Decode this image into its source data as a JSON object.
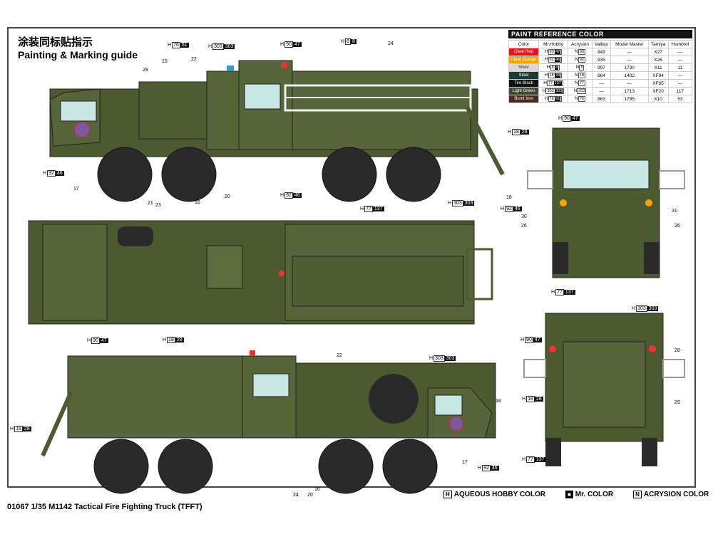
{
  "title_cn": "涂装同标贴指示",
  "title_en": "Painting & Marking guide",
  "footer": "01067  1/35  M1142 Tactical Fire Fighting Truck (TFFT)",
  "paint_table": {
    "heading": "PAINT  REFERENCE COLOR",
    "columns": [
      "Color",
      "Mr.Hobby",
      "Acrysion",
      "Vallejo",
      "Model Master",
      "Tamiya",
      "Humbrol"
    ],
    "rows": [
      {
        "name": "Clear Red",
        "swatch": "#e8141b",
        "h": "90",
        "hm": "47",
        "n": "90",
        "vallejo": "943",
        "mm": "—",
        "tamiya": "X27",
        "humbrol": "—"
      },
      {
        "name": "Clear Orange",
        "swatch": "#f5a400",
        "h": "92",
        "hm": "46",
        "n": "92",
        "vallejo": "935",
        "mm": "—",
        "tamiya": "X26",
        "humbrol": "—"
      },
      {
        "name": "Silver",
        "swatch": "#d8d8d8",
        "h": "8",
        "hm": "8",
        "n": "8",
        "vallejo": "997",
        "mm": "1730",
        "tamiya": "X11",
        "humbrol": "11"
      },
      {
        "name": "Steel",
        "swatch": "#1f3a36",
        "h": "18",
        "hm": "28",
        "n": "18",
        "vallejo": "864",
        "mm": "1402",
        "tamiya": "XF84",
        "humbrol": "—"
      },
      {
        "name": "Tire Black",
        "swatch": "#111111",
        "h": "77",
        "hm": "137",
        "n": "77",
        "vallejo": "—",
        "mm": "—",
        "tamiya": "XF85",
        "humbrol": "—"
      },
      {
        "name": "Light Green",
        "swatch": "#3d4a35",
        "h": "303",
        "hm": "303",
        "n": "303",
        "vallejo": "—",
        "mm": "1713",
        "tamiya": "XF20",
        "humbrol": "117"
      },
      {
        "name": "Burnt Iron",
        "swatch": "#4a2a1c",
        "h": "76",
        "hm": "61",
        "n": "76",
        "vallejo": "863",
        "mm": "1795",
        "tamiya": "X10",
        "humbrol": "53"
      }
    ]
  },
  "legend": {
    "aqueous": "AQUEOUS HOBBY COLOR",
    "mr": "Mr. COLOR",
    "acrysion": "ACRYSION COLOR"
  },
  "callouts": [
    {
      "h": "76",
      "m": "61"
    },
    {
      "h": "303",
      "m": "303"
    },
    {
      "h": "90",
      "m": "47"
    },
    {
      "h": "8",
      "m": "8"
    },
    {
      "t": "24"
    },
    {
      "t": "29"
    },
    {
      "t": "15"
    },
    {
      "t": "22"
    },
    {
      "h": "18",
      "m": "28"
    },
    {
      "h": "92",
      "m": "46"
    },
    {
      "t": "17"
    },
    {
      "t": "21"
    },
    {
      "t": "23"
    },
    {
      "t": "20"
    },
    {
      "t": "16"
    },
    {
      "h": "92",
      "m": "46"
    },
    {
      "h": "77",
      "m": "137"
    },
    {
      "h": "303",
      "m": "303"
    },
    {
      "h": "18",
      "m": "28"
    },
    {
      "h": "90",
      "m": "47"
    },
    {
      "t": "22"
    },
    {
      "h": "303",
      "m": "303"
    },
    {
      "h": "18",
      "m": "28"
    },
    {
      "t": "18"
    },
    {
      "t": "17"
    },
    {
      "h": "92",
      "m": "46"
    },
    {
      "t": "24"
    },
    {
      "t": "20"
    },
    {
      "t": "16"
    },
    {
      "h": "90",
      "m": "47"
    },
    {
      "t": "18"
    },
    {
      "h": "92",
      "m": "46"
    },
    {
      "t": "30"
    },
    {
      "t": "26"
    },
    {
      "t": "31"
    },
    {
      "t": "26"
    },
    {
      "h": "77",
      "m": "137"
    },
    {
      "h": "303",
      "m": "303"
    },
    {
      "h": "90",
      "m": "47"
    },
    {
      "t": "28"
    },
    {
      "h": "18",
      "m": "28"
    },
    {
      "t": "29"
    },
    {
      "h": "77",
      "m": "137"
    }
  ],
  "colors": {
    "olive": "#4b5a2f",
    "olive_dark": "#35401f",
    "tire": "#2a2a2a",
    "glass": "#c8e6e4"
  }
}
